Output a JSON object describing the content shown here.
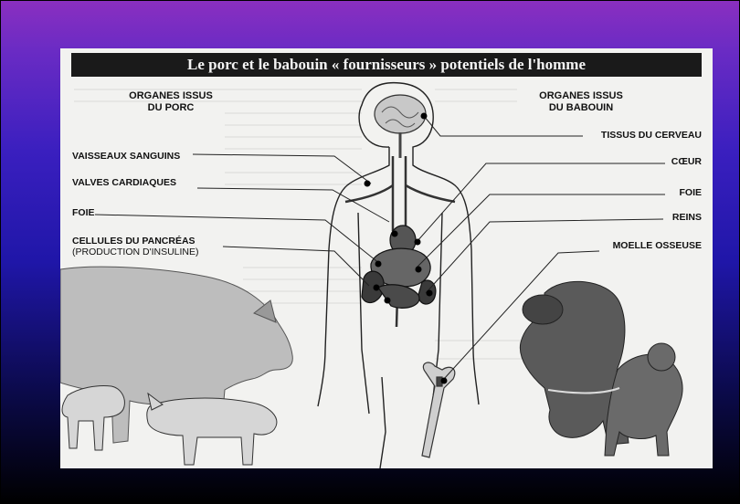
{
  "figure": {
    "title": "Le porc et le babouin « fournisseurs » potentiels de l'homme",
    "left_header": [
      "ORGANES ISSUS",
      "DU PORC"
    ],
    "right_header": [
      "ORGANES ISSUS",
      "DU BABOUIN"
    ],
    "pig_labels": {
      "vessels": "VAISSEAUX SANGUINS",
      "valves": "VALVES CARDIAQUES",
      "liver": "FOIE",
      "pancreas": "CELLULES DU PANCRÉAS",
      "pancreas_note": "(PRODUCTION D'INSULINE)"
    },
    "baboon_labels": {
      "brain": "TISSUS DU CERVEAU",
      "heart": "CŒUR",
      "liver": "FOIE",
      "kidneys": "REINS",
      "marrow": "MOELLE OSSEUSE"
    }
  }
}
